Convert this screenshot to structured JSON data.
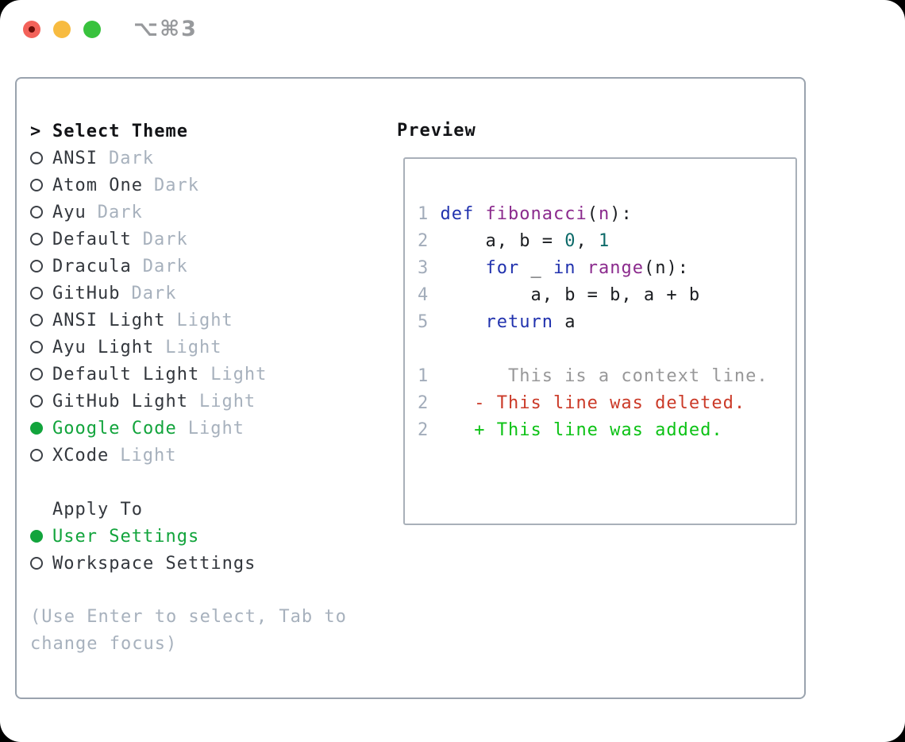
{
  "window": {
    "title": "⌥⌘3",
    "traffic_lights": [
      {
        "name": "close",
        "color": "#f3625a",
        "has_dot": true
      },
      {
        "name": "minimize",
        "color": "#f7bb40",
        "has_dot": false
      },
      {
        "name": "zoom",
        "color": "#38c23d",
        "has_dot": false
      }
    ]
  },
  "theme_picker": {
    "header": {
      "cursor": ">",
      "label": "Select Theme"
    },
    "themes": [
      {
        "name": "ANSI",
        "variant": "Dark",
        "selected": false
      },
      {
        "name": "Atom One",
        "variant": "Dark",
        "selected": false
      },
      {
        "name": "Ayu",
        "variant": "Dark",
        "selected": false
      },
      {
        "name": "Default",
        "variant": "Dark",
        "selected": false
      },
      {
        "name": "Dracula",
        "variant": "Dark",
        "selected": false
      },
      {
        "name": "GitHub",
        "variant": "Dark",
        "selected": false
      },
      {
        "name": "ANSI Light",
        "variant": "Light",
        "selected": false
      },
      {
        "name": "Ayu Light",
        "variant": "Light",
        "selected": false
      },
      {
        "name": "Default Light",
        "variant": "Light",
        "selected": false
      },
      {
        "name": "GitHub Light",
        "variant": "Light",
        "selected": false
      },
      {
        "name": "Google Code",
        "variant": "Light",
        "selected": true
      },
      {
        "name": "XCode",
        "variant": "Light",
        "selected": false
      }
    ],
    "apply_to": {
      "label": "Apply To",
      "options": [
        {
          "name": "User Settings",
          "selected": true
        },
        {
          "name": "Workspace Settings",
          "selected": false
        }
      ]
    },
    "help": [
      "(Use Enter to select, Tab to",
      "change focus)"
    ]
  },
  "preview": {
    "label": "Preview",
    "lines": [
      [
        {
          "text": "1 ",
          "c": "linenum"
        },
        {
          "text": "def",
          "c": "keyword"
        },
        {
          "text": " ",
          "c": "plain"
        },
        {
          "text": "fibonacci",
          "c": "function"
        },
        {
          "text": "(",
          "c": "plain"
        },
        {
          "text": "n",
          "c": "function"
        },
        {
          "text": "):",
          "c": "plain"
        }
      ],
      [
        {
          "text": "2",
          "c": "linenum"
        },
        {
          "text": "     a, b = ",
          "c": "plain"
        },
        {
          "text": "0",
          "c": "number"
        },
        {
          "text": ", ",
          "c": "plain"
        },
        {
          "text": "1",
          "c": "number"
        }
      ],
      [
        {
          "text": "3",
          "c": "linenum"
        },
        {
          "text": "     ",
          "c": "plain"
        },
        {
          "text": "for",
          "c": "keyword"
        },
        {
          "text": " _ ",
          "c": "plain"
        },
        {
          "text": "in",
          "c": "keyword"
        },
        {
          "text": " ",
          "c": "plain"
        },
        {
          "text": "range",
          "c": "function"
        },
        {
          "text": "(n):",
          "c": "plain"
        }
      ],
      [
        {
          "text": "4",
          "c": "linenum"
        },
        {
          "text": "         a, b = b, a + b",
          "c": "plain"
        }
      ],
      [
        {
          "text": "5",
          "c": "linenum"
        },
        {
          "text": "     ",
          "c": "plain"
        },
        {
          "text": "return",
          "c": "keyword"
        },
        {
          "text": " a",
          "c": "plain"
        }
      ],
      [],
      [
        {
          "text": "1",
          "c": "linenum"
        },
        {
          "text": "       This is a context line.",
          "c": "context"
        }
      ],
      [
        {
          "text": "2",
          "c": "linenum"
        },
        {
          "text": "    ",
          "c": "plain"
        },
        {
          "text": "- This line was deleted.",
          "c": "deleted"
        }
      ],
      [
        {
          "text": "2",
          "c": "linenum"
        },
        {
          "text": "    ",
          "c": "plain"
        },
        {
          "text": "+ This line was added.",
          "c": "added"
        }
      ]
    ]
  },
  "colors": {
    "accent-green": "#12a43c",
    "muted": "#a7b1bd",
    "item-text": "#33373d",
    "header-text": "#121316",
    "panel-border": "#9aa3ae",
    "box-border": "#a9b0b9",
    "linenum": "#a2acba",
    "plain": "#1b1d21",
    "keyword": "#2132ae",
    "function": "#8b2a8d",
    "number": "#0d6a69",
    "context": "#989899",
    "deleted": "#cb3a28",
    "added": "#0cc215",
    "ring": "#3d4147",
    "traffic-red": "#f3625a",
    "traffic-red-dot": "#6b0d08",
    "traffic-yellow": "#f7bb40",
    "traffic-green": "#38c23d",
    "title-text": "#97999c"
  }
}
